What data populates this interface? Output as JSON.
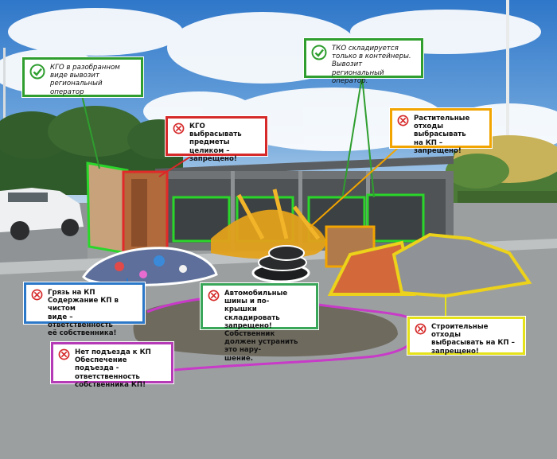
{
  "callouts": [
    {
      "id": "kgo_ok",
      "text": "КГО в разобранном\nвиде вывозит\nрегиональный\nоператор",
      "icon": "check-icon",
      "color": "#2f9e2f"
    },
    {
      "id": "tko_ok",
      "text": "ТКО складируется\nтолько в контейнеры.\nВывозит региональный\nоператор.",
      "icon": "check-icon",
      "color": "#2f9e2f"
    },
    {
      "id": "kgo_ban",
      "text": "КГО\nвыбрасывать\nпредметы целиком –\nзапрещено!",
      "icon": "prohibited-icon",
      "color": "#d62a2a"
    },
    {
      "id": "plant_ban",
      "text": "Растительные\nотходы выбрасывать\nна КП – запрещено!",
      "icon": "prohibited-icon",
      "color": "#f2a400"
    },
    {
      "id": "dirt",
      "text": "Грязь на КП\nСодержание КП в чистом\nвиде – ответственность\nеё собственника!",
      "icon": "prohibited-icon",
      "color": "#2b78c8"
    },
    {
      "id": "tires",
      "text": "Автомобильные шины и по-\nкрышки складировать\nзапрещено! Собственник\nдолжен устранить это нару-\nшение.",
      "icon": "prohibited-icon",
      "color": "#3aa65a"
    },
    {
      "id": "construction",
      "text": "Строительные отходы\nвыбрасывать на КП –\nзапрещено!",
      "icon": "prohibited-icon",
      "color": "#e6e21a"
    },
    {
      "id": "access",
      "text": "Нет подъезда к КП\nОбеспечение подъезда -\nответственность\nсобственника КП!",
      "icon": "prohibited-icon",
      "color": "#b53ab5"
    }
  ]
}
